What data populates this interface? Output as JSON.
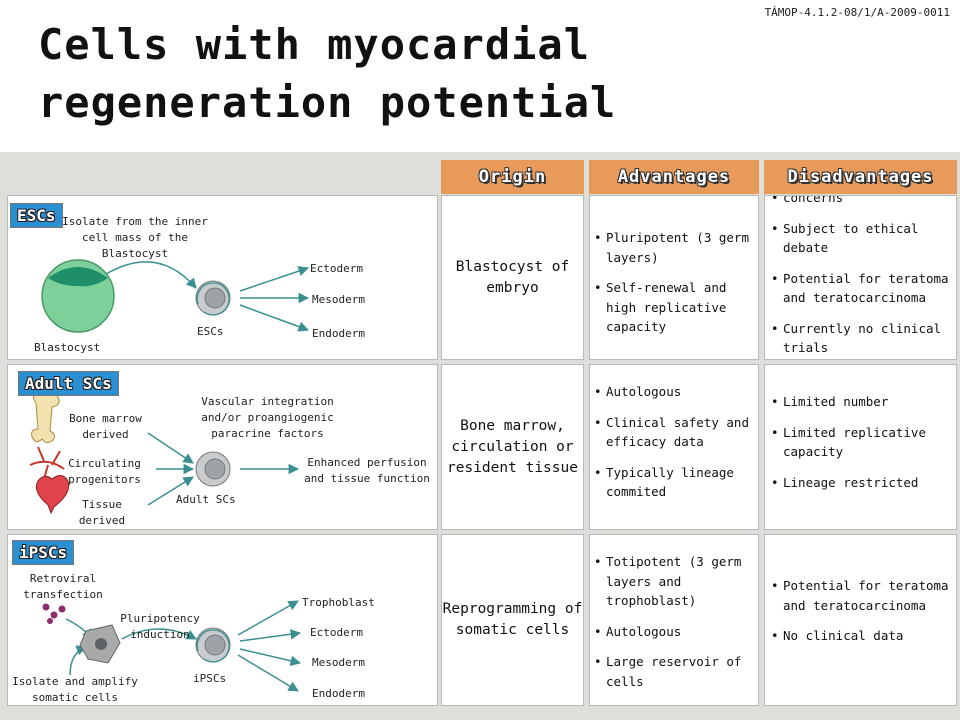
{
  "header_code": "TÁMOP-4.1.2-08/1/A-2009-0011",
  "title": {
    "line1": "Cells with myocardial",
    "line2": "regeneration potential"
  },
  "columns": {
    "origin": "Origin",
    "advantages": "Advantages",
    "disadvantages": "Disadvantages"
  },
  "colors": {
    "panel": "#dedfdb",
    "label_fill": "#2a8fd0",
    "arrow": "#3a8f8f",
    "blastocyst": "#7ed09a"
  },
  "rows": {
    "escs": {
      "label": "ESCs",
      "origin": "Blastocyst of embryo",
      "advantages": [
        "Pluripotent (3 germ layers)",
        "Self-renewal and high replicative capacity"
      ],
      "disadvantages": [
        "concerns",
        "Subject to ethical debate",
        "Potential for teratoma and teratocarcinoma",
        "Currently no clinical trials"
      ],
      "diagram": {
        "isolate": "Isolate from the inner cell mass of the Blastocyst",
        "blastocyst": "Blastocyst",
        "cell": "ESCs",
        "targets": [
          "Ectoderm",
          "Mesoderm",
          "Endoderm"
        ]
      }
    },
    "adult": {
      "label": "Adult SCs",
      "origin": "Bone marrow, circulation or resident tissue",
      "advantages": [
        "Autologous",
        "Clinical safety and efficacy data",
        "Typically lineage commited"
      ],
      "disadvantages": [
        "Limited number",
        "Limited replicative capacity",
        "Lineage restricted"
      ],
      "diagram": {
        "sources": [
          "Bone marrow derived",
          "Circulating progenitors",
          "Tissue derived"
        ],
        "vascular": "Vascular integration and/or proangiogenic paracrine factors",
        "cell": "Adult SCs",
        "outcome": "Enhanced perfusion and tissue function"
      }
    },
    "ipscs": {
      "label": "iPSCs",
      "origin": "Reprogramming of somatic cells",
      "advantages": [
        "Totipotent (3 germ layers and trophoblast)",
        "Autologous",
        "Large reservoir of cells"
      ],
      "disadvantages": [
        "Potential for teratoma and teratocarcinoma",
        "No clinical data"
      ],
      "diagram": {
        "retroviral": "Retroviral transfection",
        "induction": "Pluripotency induction",
        "isolate": "Isolate and amplify somatic cells",
        "cell": "iPSCs",
        "targets": [
          "Trophoblast",
          "Ectoderm",
          "Mesoderm",
          "Endoderm"
        ]
      }
    }
  }
}
